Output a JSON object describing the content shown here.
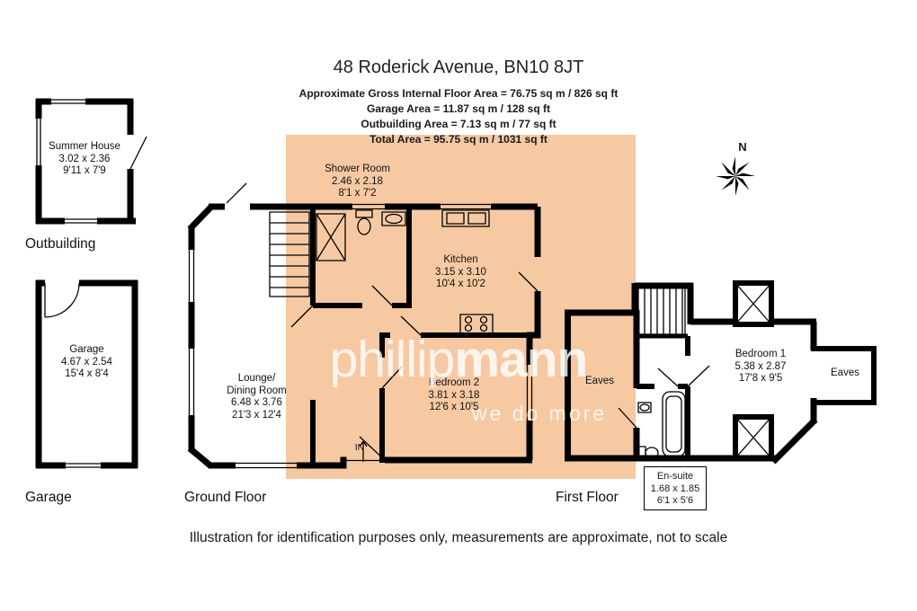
{
  "header": {
    "title": "48 Roderick Avenue, BN10 8JT",
    "areas": {
      "gross": "Approximate Gross Internal Floor Area = 76.75 sq m / 826 sq ft",
      "garage": "Garage Area = 11.87 sq m / 128 sq ft",
      "outbuilding": "Outbuilding Area = 7.13 sq m / 77 sq ft",
      "total": "Total Area = 95.75 sq m / 1031 sq ft"
    }
  },
  "outbuilding": {
    "caption": "Outbuilding",
    "summer_house": {
      "name": "Summer House",
      "metric": "3.02 x 2.36",
      "imperial": "9'11 x 7'9"
    }
  },
  "garage": {
    "caption": "Garage",
    "room": {
      "name": "Garage",
      "metric": "4.67 x 2.54",
      "imperial": "15'4 x 8'4"
    }
  },
  "ground_floor": {
    "caption": "Ground Floor",
    "entrance": "IN",
    "shower_room": {
      "name": "Shower Room",
      "metric": "2.46 x 2.18",
      "imperial": "8'1 x 7'2"
    },
    "kitchen": {
      "name": "Kitchen",
      "metric": "3.15 x 3.10",
      "imperial": "10'4 x 10'2"
    },
    "lounge": {
      "name_line1": "Lounge/",
      "name_line2": "Dining Room",
      "metric": "6.48 x 3.76",
      "imperial": "21'3 x 12'4"
    },
    "bedroom2": {
      "name": "Bedroom 2",
      "metric": "3.81 x 3.18",
      "imperial": "12'6 x 10'5"
    }
  },
  "first_floor": {
    "caption": "First Floor",
    "eaves_left": "Eaves",
    "eaves_right": "Eaves",
    "bedroom1": {
      "name": "Bedroom 1",
      "metric": "5.38 x 2.87",
      "imperial": "17'8 x 9'5"
    },
    "ensuite": {
      "name": "En-suite",
      "metric": "1.68 x 1.85",
      "imperial": "6'1 x 5'6"
    }
  },
  "compass": {
    "north_label": "N"
  },
  "watermark": {
    "brand_light": "phillip",
    "brand_bold": "mann",
    "tagline": "we do more"
  },
  "footer": {
    "disclaimer": "Illustration for identification purposes only, measurements are approximate, not to scale"
  },
  "colors": {
    "highlight": "#f6c9a3",
    "wall": "#000000"
  }
}
